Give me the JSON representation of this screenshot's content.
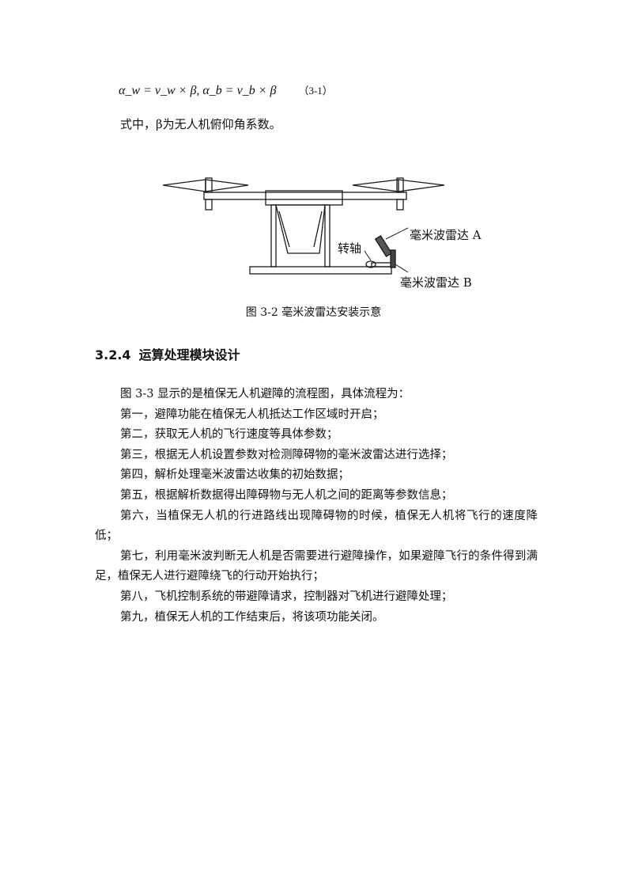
{
  "formula": {
    "expression": "α_w = v_w × β, α_b = v_b × β",
    "number": "（3-1）"
  },
  "formula_note": "式中，β为无人机俯仰角系数。",
  "figure": {
    "label_radar_a": "毫米波雷达 A",
    "label_axis": "转轴",
    "label_radar_b": "毫米波雷达 B",
    "caption": "图 3-2  毫米波雷达安装示意"
  },
  "section": {
    "number": "3.2.4",
    "title": "运算处理模块设计"
  },
  "paragraphs": [
    "图 3-3 显示的是植保无人机避障的流程图，具体流程为：",
    "第一，避障功能在植保无人机抵达工作区域时开启；",
    "第二，获取无人机的飞行速度等具体参数；",
    "第三，根据无人机设置参数对检测障碍物的毫米波雷达进行选择；",
    "第四，解析处理毫米波雷达收集的初始数据；",
    "第五，根据解析数据得出障碍物与无人机之间的距离等参数信息；",
    "第六，当植保无人机的行进路线出现障碍物的时候，植保无人机将飞行的速度降低；",
    "第七，利用毫米波判断无人机是否需要进行避障操作，如果避障飞行的条件得到满足，植保无人进行避障绕飞的行动开始执行；",
    "第八，飞机控制系统的带避障请求，控制器对飞机进行避障处理；",
    "第九，植保无人机的工作结束后，将该项功能关闭。"
  ]
}
